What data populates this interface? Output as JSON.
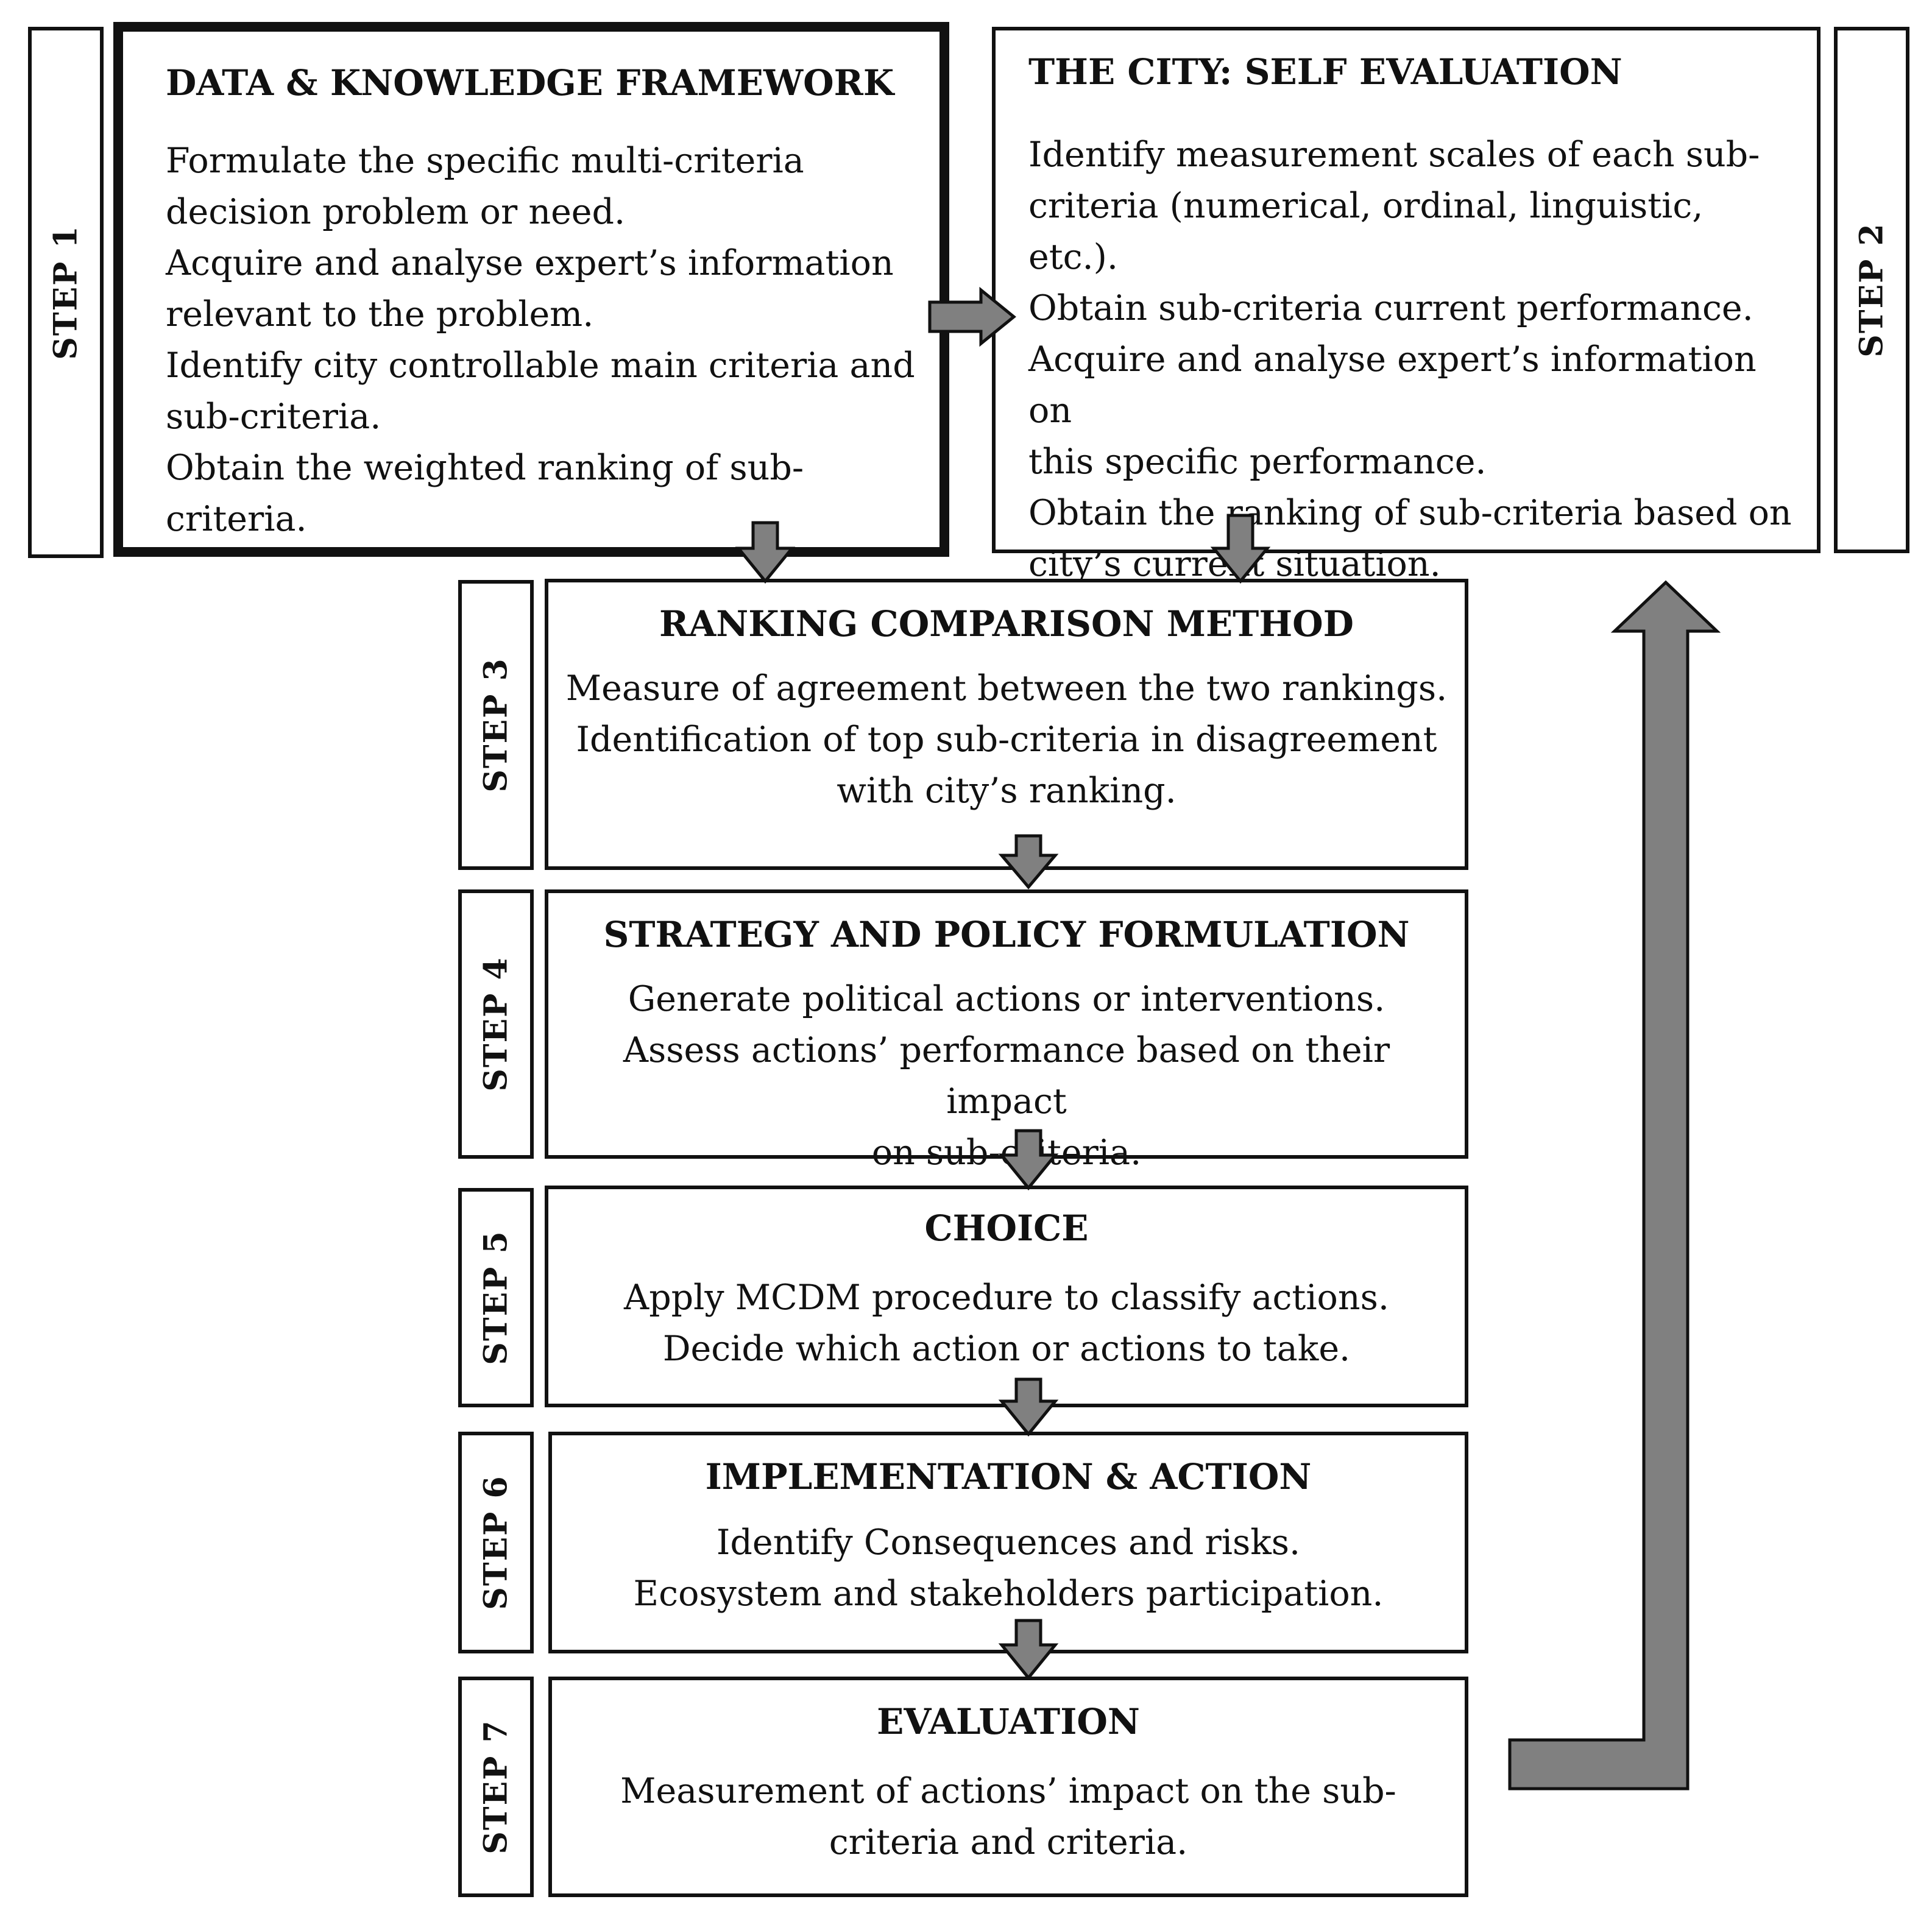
{
  "steps": {
    "s1": "STEP 1",
    "s2": "STEP 2",
    "s3": "STEP 3",
    "s4": "STEP 4",
    "s5": "STEP 5",
    "s6": "STEP 6",
    "s7": "STEP 7"
  },
  "step1_box": {
    "title": "DATA & KNOWLEDGE FRAMEWORK",
    "lines": [
      "Formulate the specific multi-criteria",
      "decision problem or need.",
      "Acquire and analyse expert’s information",
      "relevant to the problem.",
      "Identify city controllable main criteria and",
      "sub-criteria.",
      "Obtain the weighted ranking of sub-criteria."
    ]
  },
  "step2_box": {
    "title": "THE CITY: SELF EVALUATION",
    "lines": [
      "Identify measurement scales of each sub-",
      "criteria (numerical, ordinal, linguistic, etc.).",
      "Obtain sub-criteria current performance.",
      "Acquire and analyse expert’s information on",
      "this specific performance.",
      "Obtain the ranking of sub-criteria based on",
      "city’s current situation."
    ]
  },
  "step3_box": {
    "title": "RANKING COMPARISON METHOD",
    "lines": [
      "Measure of agreement between the two rankings.",
      "Identification of top sub-criteria in disagreement",
      "with city’s ranking."
    ]
  },
  "step4_box": {
    "title": "STRATEGY AND POLICY FORMULATION",
    "lines": [
      "Generate political actions or interventions.",
      "Assess actions’ performance based on their impact",
      "on sub-criteria."
    ]
  },
  "step5_box": {
    "title": "CHOICE",
    "lines": [
      "Apply MCDM procedure to classify actions.",
      "Decide which action or actions to take."
    ]
  },
  "step6_box": {
    "title": "IMPLEMENTATION & ACTION",
    "lines": [
      "Identify Consequences and risks.",
      "Ecosystem and stakeholders participation."
    ]
  },
  "step7_box": {
    "title": "EVALUATION",
    "lines": [
      "Measurement of actions’ impact on the sub-",
      "criteria and criteria."
    ]
  },
  "colors": {
    "arrow_fill": "#808080",
    "border": "#111111"
  }
}
